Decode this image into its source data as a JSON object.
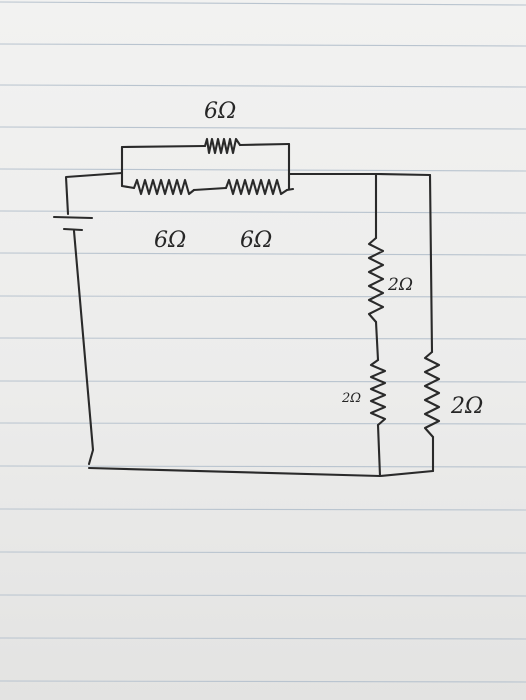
{
  "diagram": {
    "labels": {
      "top_resistor": "6Ω",
      "bottom_left_resistor": "6Ω",
      "bottom_right_resistor": "6Ω",
      "upper_middle_resistor": "2Ω",
      "lower_middle_resistor": "2Ω",
      "right_branch_resistor": "2Ω"
    },
    "ink_color": "#2a2a2a",
    "rule_color": "#b9c4cf"
  }
}
